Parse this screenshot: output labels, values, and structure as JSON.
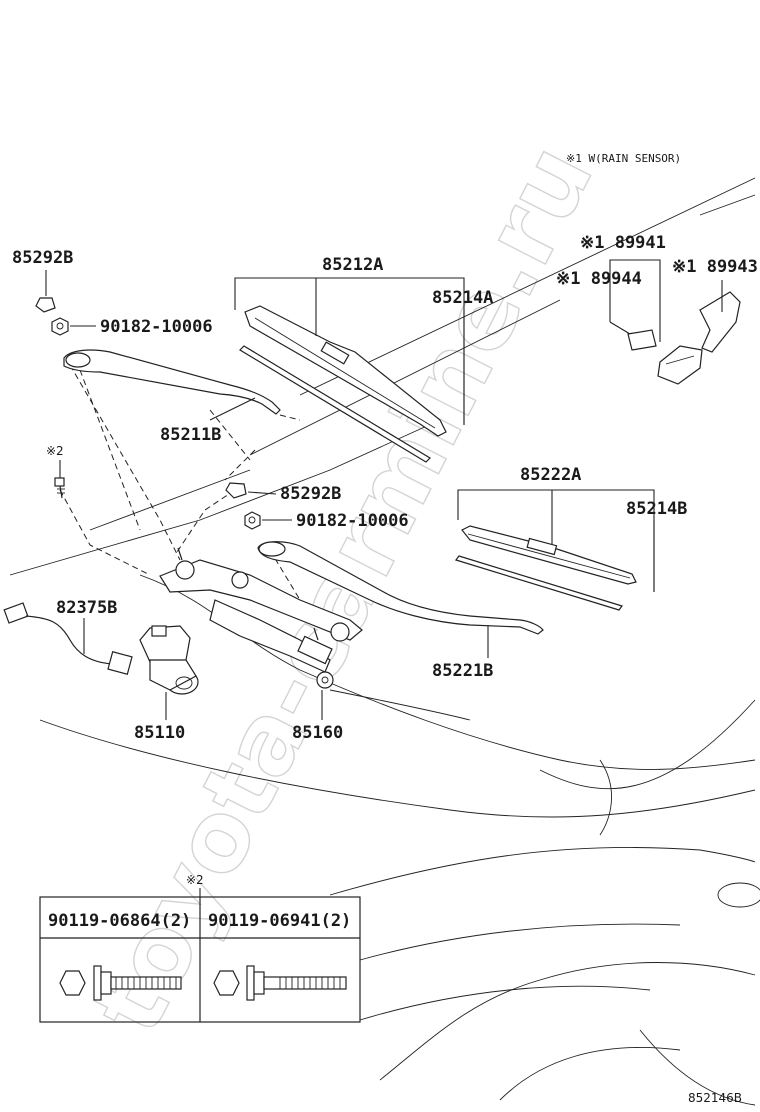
{
  "watermark": "toyota-carmine.ru",
  "note": "※1 W(RAIN SENSOR)",
  "parts": {
    "p85292B_top": "85292B",
    "p90182_top": "90182-10006",
    "p85211B": "85211B",
    "p85212A": "85212A",
    "p85214A": "85214A",
    "p89941": "※1 89941",
    "p89944": "※1 89944",
    "p89943": "※1 89943",
    "mark2": "※2",
    "p85292B_mid": "85292B",
    "p90182_mid": "90182-10006",
    "p85222A": "85222A",
    "p85214B": "85214B",
    "p82375B": "82375B",
    "p85221B": "85221B",
    "p85110": "85110",
    "p85160": "85160"
  },
  "bolt_table": {
    "mark": "※2",
    "col1": "90119-06864(2)",
    "col2": "90119-06941(2)"
  },
  "diagram_ref": "852146B"
}
